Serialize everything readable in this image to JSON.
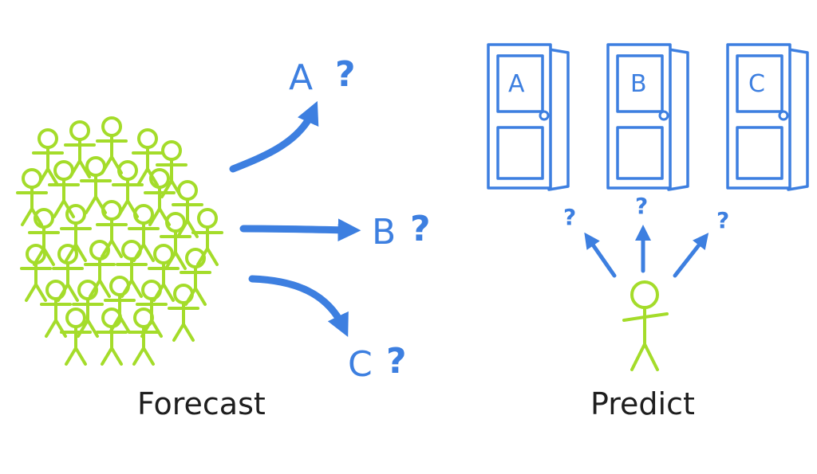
{
  "forecast": {
    "caption": "Forecast",
    "outcomes": [
      {
        "letter": "A",
        "mark": "?"
      },
      {
        "letter": "B",
        "mark": "?"
      },
      {
        "letter": "C",
        "mark": "?"
      }
    ],
    "crowd_icon": "crowd-of-stick-figures-icon"
  },
  "predict": {
    "caption": "Predict",
    "doors": [
      {
        "label": "A"
      },
      {
        "label": "B"
      },
      {
        "label": "C"
      }
    ],
    "question_marks": [
      "?",
      "?",
      "?"
    ],
    "person_icon": "stick-figure-icon"
  },
  "colors": {
    "accent": "#3d7fe0",
    "figure": "#a4dc2a",
    "text": "#1e1e1e"
  }
}
